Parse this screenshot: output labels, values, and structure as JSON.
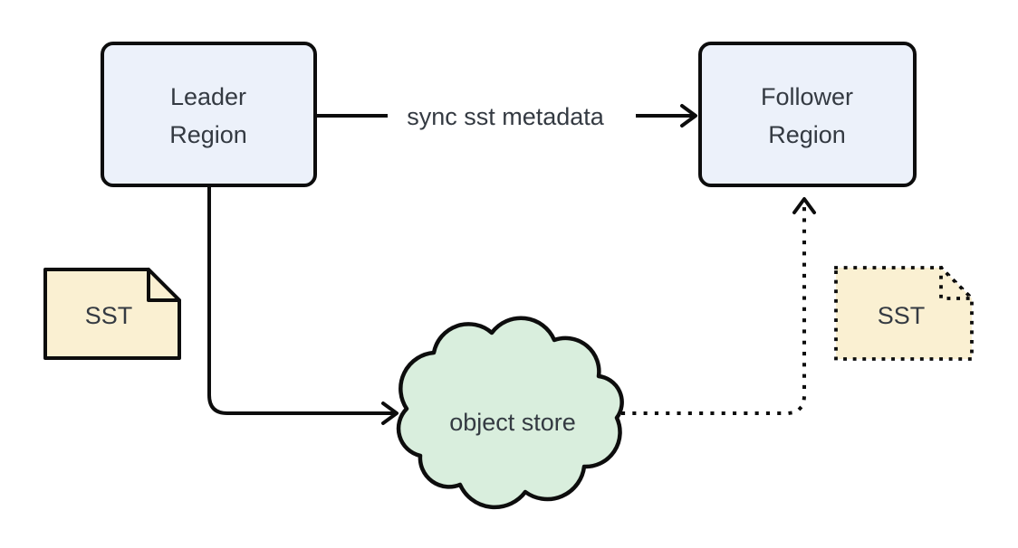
{
  "diagram": {
    "background": "#ffffff",
    "line_color": "#0d0d0d",
    "text_color": "#343a42",
    "nodes": {
      "leader": {
        "line1": "Leader",
        "line2": "Region",
        "shape": "rounded-rectangle",
        "fill": "#ecf1fa"
      },
      "follower": {
        "line1": "Follower",
        "line2": "Region",
        "shape": "rounded-rectangle",
        "fill": "#ecf1fa"
      },
      "object_store": {
        "label": "object store",
        "shape": "cloud",
        "fill": "#d9eedd"
      },
      "sst_left": {
        "label": "SST",
        "shape": "document",
        "border": "solid",
        "fill": "#faf0d2"
      },
      "sst_right": {
        "label": "SST",
        "shape": "document",
        "border": "dotted",
        "fill": "#faf0d2"
      }
    },
    "edges": [
      {
        "from": "leader",
        "to": "follower",
        "label": "sync sst metadata",
        "style": "solid-arrow"
      },
      {
        "from": "leader",
        "to": "object_store",
        "label": "",
        "style": "solid-arrow"
      },
      {
        "from": "object_store",
        "to": "follower",
        "label": "",
        "style": "dotted-arrow"
      }
    ]
  }
}
